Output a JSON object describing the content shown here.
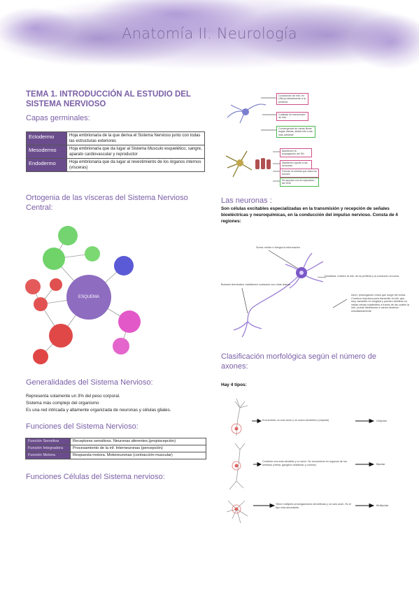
{
  "header": {
    "title": "Anatomía II. Neurología"
  },
  "colors": {
    "accent": "#7a5fa6",
    "table_header": "#6a4c8c"
  },
  "tema": {
    "title": "TEMA 1. INTRODUCCIÓN AL ESTUDIO DEL SISTEMA NERVIOSO",
    "capas_title": "Capas germinales:",
    "capas": [
      {
        "name": "Ectodermo",
        "text": "Hoja embrionaria de la que deriva el Sistema Nervioso junto con todas las estructuras exteriores"
      },
      {
        "name": "Mesodermo",
        "text": "Hoja embrionaria que da lugar al Sistema Musculo esquelético, sangre, aparato cardiovascular y reproductor"
      },
      {
        "name": "Endodermo",
        "text": "Hoja embrionaria que da lugar al revestimiento de los órganos internos (vísceras)"
      }
    ]
  },
  "ortogenia": {
    "title": "Ortogenia de las vísceras del Sistema Nervioso Central:",
    "center_label": "ESQUEMA"
  },
  "generalidades": {
    "title": "Generalidades del Sistema Nervioso:",
    "lines": [
      "Representa solamente un 3% del peso corporal.",
      "Sistema más complejo del organismo",
      "Es una red intricada y altamente organizada de neuronas y células gliales."
    ]
  },
  "funciones": {
    "title": "Funciones del Sistema Nervioso:",
    "rows": [
      {
        "name": "Función Sensitiva",
        "text": "Receptores sensitivos. Neuronas aferentes.(propiocepción)"
      },
      {
        "name": "Función Integradora",
        "text": "Procesamiento de la inf. Interneuronas (percepción)"
      },
      {
        "name": "Función Motora",
        "text": "Respuesta motora. Motoneuronas (contracción muscular)"
      }
    ]
  },
  "funciones_celulas": {
    "title": "Funciones Células del Sistema nervioso:"
  },
  "neuronas": {
    "title": "Las neuronas :",
    "description": "Son células excitables especializadas en la transmisión y recepción de señales bioeléctricas y neuroquímicas, en la conducción del impulso nervioso. Consta de 4 regiones:",
    "labels": {
      "soma": "Soma: recibe e integra la información",
      "dendritas": "Dendritas: reciben la info. de la periferia y la conducen al soma",
      "botones": "Botones terminales: establecen contactos con otras dianas",
      "axon": "Axón: prolongación única que surge del soma. Conduce impulsos para transmitir la info, que muy variables en longitud y pueden dividirse en varias ramas colaterales a través de las cuales la info. puede distribuirse a varios destinos simultáneamente"
    },
    "boxes_top": [
      "Conducción de info. en UNA proximalmente a la periferia",
      "Cualidad de transmisión de info.",
      "Convergencia de varias fibras largas dianas, añade info a las más adelante"
    ],
    "boxes_bottom": [
      "Mantienen la propagación del SN",
      "Mantienen aporte a las neuronas",
      "Forman la mielina que aísla los axones",
      "Se asocian con la reparación del SNC"
    ]
  },
  "clasificacion": {
    "title": "Clasificación morfológica según el número de axones:",
    "intro": "Hay 4 tipos:",
    "types": [
      {
        "desc": "Encuentran un solo axón y un soma dendrítico (unipolar)",
        "label": "Unipolar"
      },
      {
        "desc": "Contiene una sola dendrita y un axón. Se encuentran en órganos de los sentidos (retina, ganglios vestibular y coclear)",
        "label": "Bipolar"
      },
      {
        "desc": "Tiene múltiples prolongaciones dendríticas y un solo axón. Es el tipo más abundante",
        "label": "Multipolar"
      }
    ]
  }
}
